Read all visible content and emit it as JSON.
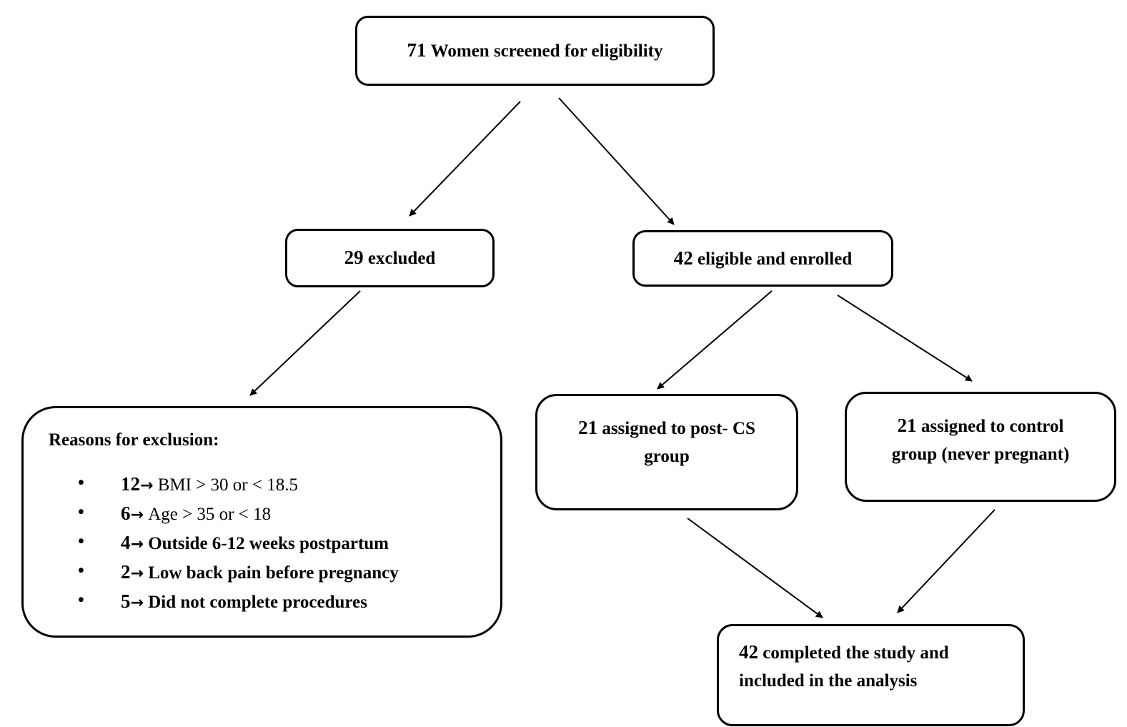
{
  "boxes": {
    "screened": {
      "num": "71",
      "text": "Women screened for eligibility"
    },
    "excluded": {
      "num": "29",
      "text": "excluded"
    },
    "enrolled": {
      "num": "42",
      "text": "eligible and enrolled"
    },
    "post_cs": {
      "num": "21",
      "text_line1": "assigned to post- CS",
      "text_line2": "group"
    },
    "control": {
      "num": "21",
      "text_line1": "assigned to control",
      "text_line2": "group (never pregnant)"
    },
    "completed": {
      "num": "42",
      "text_line1": "completed the study and",
      "text_line2": "included in the analysis"
    }
  },
  "reasons": {
    "title": "Reasons for exclusion:",
    "items": [
      {
        "count": "12",
        "arrow": "→",
        "text": "BMI > 30 or  < 18.5"
      },
      {
        "count": "6",
        "arrow": "→",
        "text": "Age > 35 or  < 18"
      },
      {
        "count": "4",
        "arrow": "→",
        "text": "Outside 6-12 weeks postpartum"
      },
      {
        "count": "2",
        "arrow": "→",
        "text": "Low back pain before pregnancy"
      },
      {
        "count": "5",
        "arrow": "→",
        "text": "Did not complete procedures"
      }
    ],
    "bullet": "•"
  }
}
